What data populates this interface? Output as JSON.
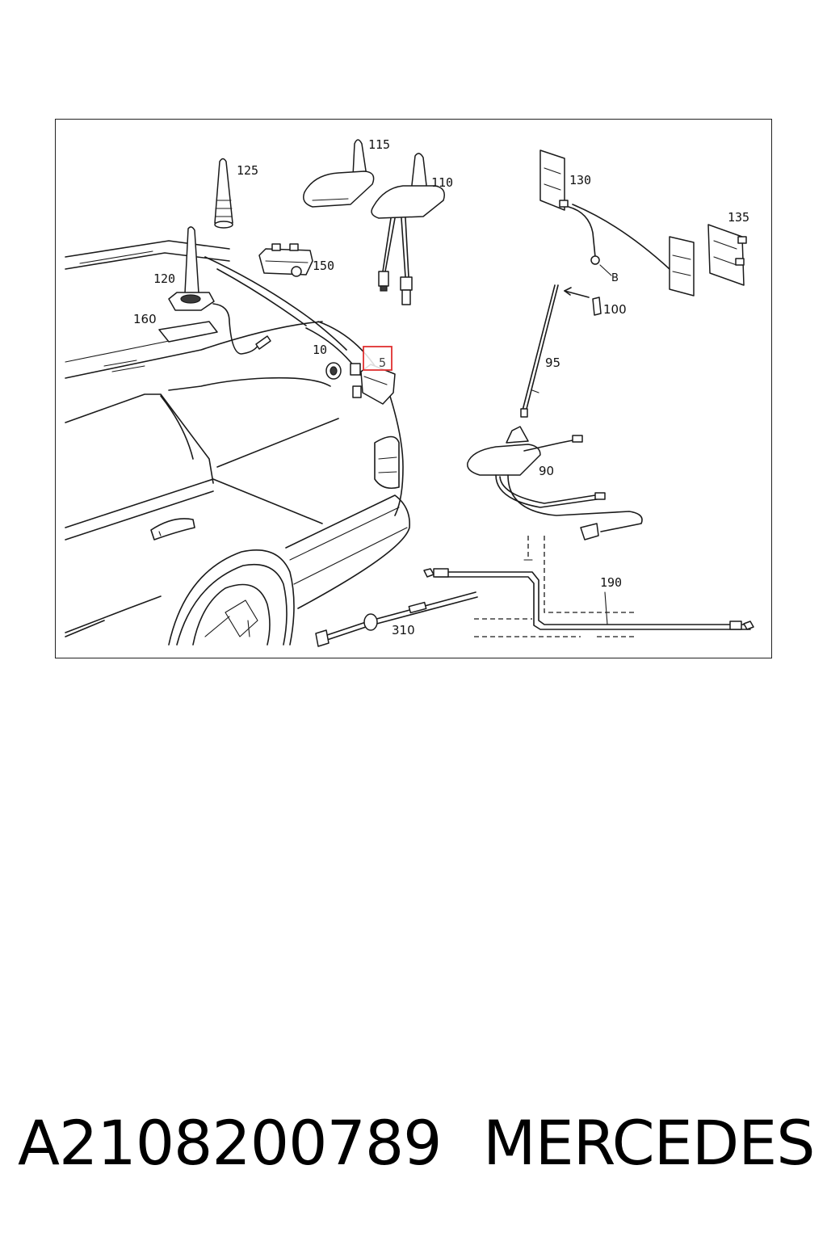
{
  "diagram": {
    "callouts": {
      "c115": "115",
      "c125": "125",
      "c110": "110",
      "c130": "130",
      "c135": "135",
      "c150": "150",
      "c120": "120",
      "c160": "160",
      "c10": "10",
      "c5": "5",
      "cB": "B",
      "c100": "100",
      "c95": "95",
      "c90": "90",
      "c190": "190",
      "c310": "310"
    },
    "highlight_color": "#e03030"
  },
  "footer": {
    "part_number": "A2108200789",
    "brand": "MERCEDES"
  }
}
